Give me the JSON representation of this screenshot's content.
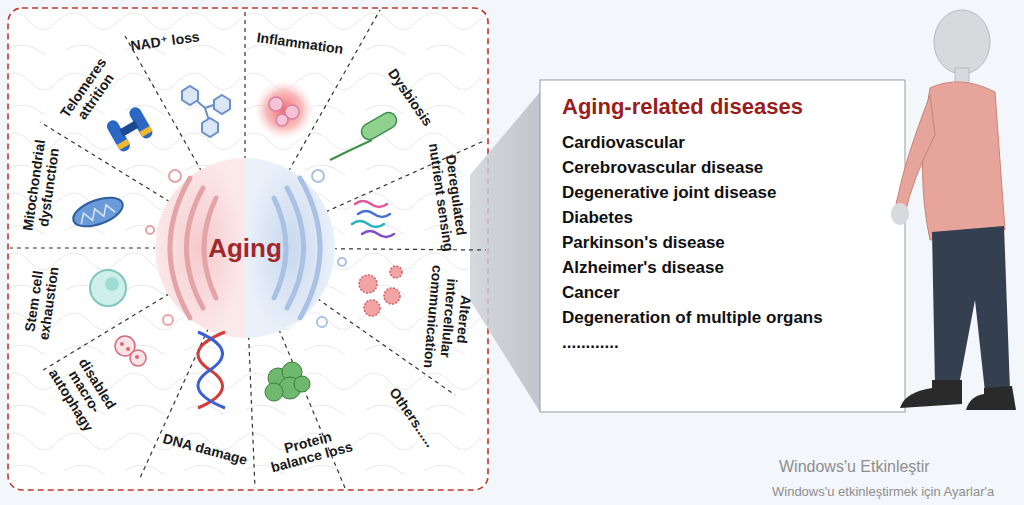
{
  "diagram": {
    "nodes": [
      {
        "text": [
          "Aging"
        ]
      },
      {
        "text": [
          "Aging-related diseases",
          "Cardiovascular",
          "Cerebrovascular disease",
          "Degenerative joint disease",
          "Diabetes",
          "Parkinson's disease",
          "Alzheimer's disease",
          "Cancer",
          "Degeneration of multiple organs",
          "............"
        ]
      }
    ],
    "labels": [
      "NAD⁺ loss",
      "Inflammation",
      "Dysbiosis",
      "Deregulated nutrient sensing",
      "Altered intercellular communication",
      "Others......",
      "Protein balance loss",
      "DNA damage",
      "disabled macro-autophagy",
      "Stem cell exhaustion",
      "Mitochondrial dysfunction",
      "Telomeres attrition",
      "Windows'u Etkinleştir",
      "Windows'u etkinleştirmek için Ayarlar'a"
    ]
  }
}
